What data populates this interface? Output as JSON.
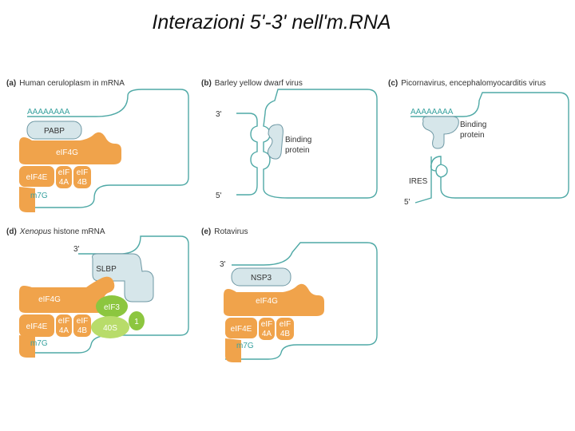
{
  "title": "Interazioni 5'-3' nell'm.RNA",
  "panels": {
    "a": {
      "letter": "(a)",
      "caption": "Human ceruloplasm in mRNA",
      "polyA": "AAAAAAAA",
      "pabp": "PABP",
      "eif4g": "eIF4G",
      "eif4e": "eIF4E",
      "eif4a_1": "eIF",
      "eif4a_2": "4A",
      "eif4b_1": "eIF",
      "eif4b_2": "4B",
      "cap": "m7G"
    },
    "b": {
      "letter": "(b)",
      "caption": "Barley yellow dwarf virus",
      "three_prime": "3'",
      "five_prime": "5'",
      "binding_1": "Binding",
      "binding_2": "protein"
    },
    "c": {
      "letter": "(c)",
      "caption": "Picornavirus, encephalomyocarditis virus",
      "polyA": "AAAAAAAA",
      "binding_1": "Binding",
      "binding_2": "protein",
      "ires": "IRES",
      "five_prime": "5'"
    },
    "d": {
      "letter": "(d)",
      "caption_italic": "Xenopus",
      "caption_rest": " histone mRNA",
      "three_prime": "3'",
      "slbp": "SLBP",
      "eif4g": "eIF4G",
      "eif3": "eIF3",
      "one": "1",
      "s40": "40S",
      "eif4e": "eIF4E",
      "eif4a_1": "eIF",
      "eif4a_2": "4A",
      "eif4b_1": "eIF",
      "eif4b_2": "4B",
      "cap": "m7G"
    },
    "e": {
      "letter": "(e)",
      "caption": "Rotavirus",
      "three_prime": "3'",
      "nsp3": "NSP3",
      "eif4g": "eIF4G",
      "eif4e": "eIF4E",
      "eif4a_1": "eIF",
      "eif4a_2": "4A",
      "eif4b_1": "eIF",
      "eif4b_2": "4B",
      "cap": "m7G"
    }
  }
}
